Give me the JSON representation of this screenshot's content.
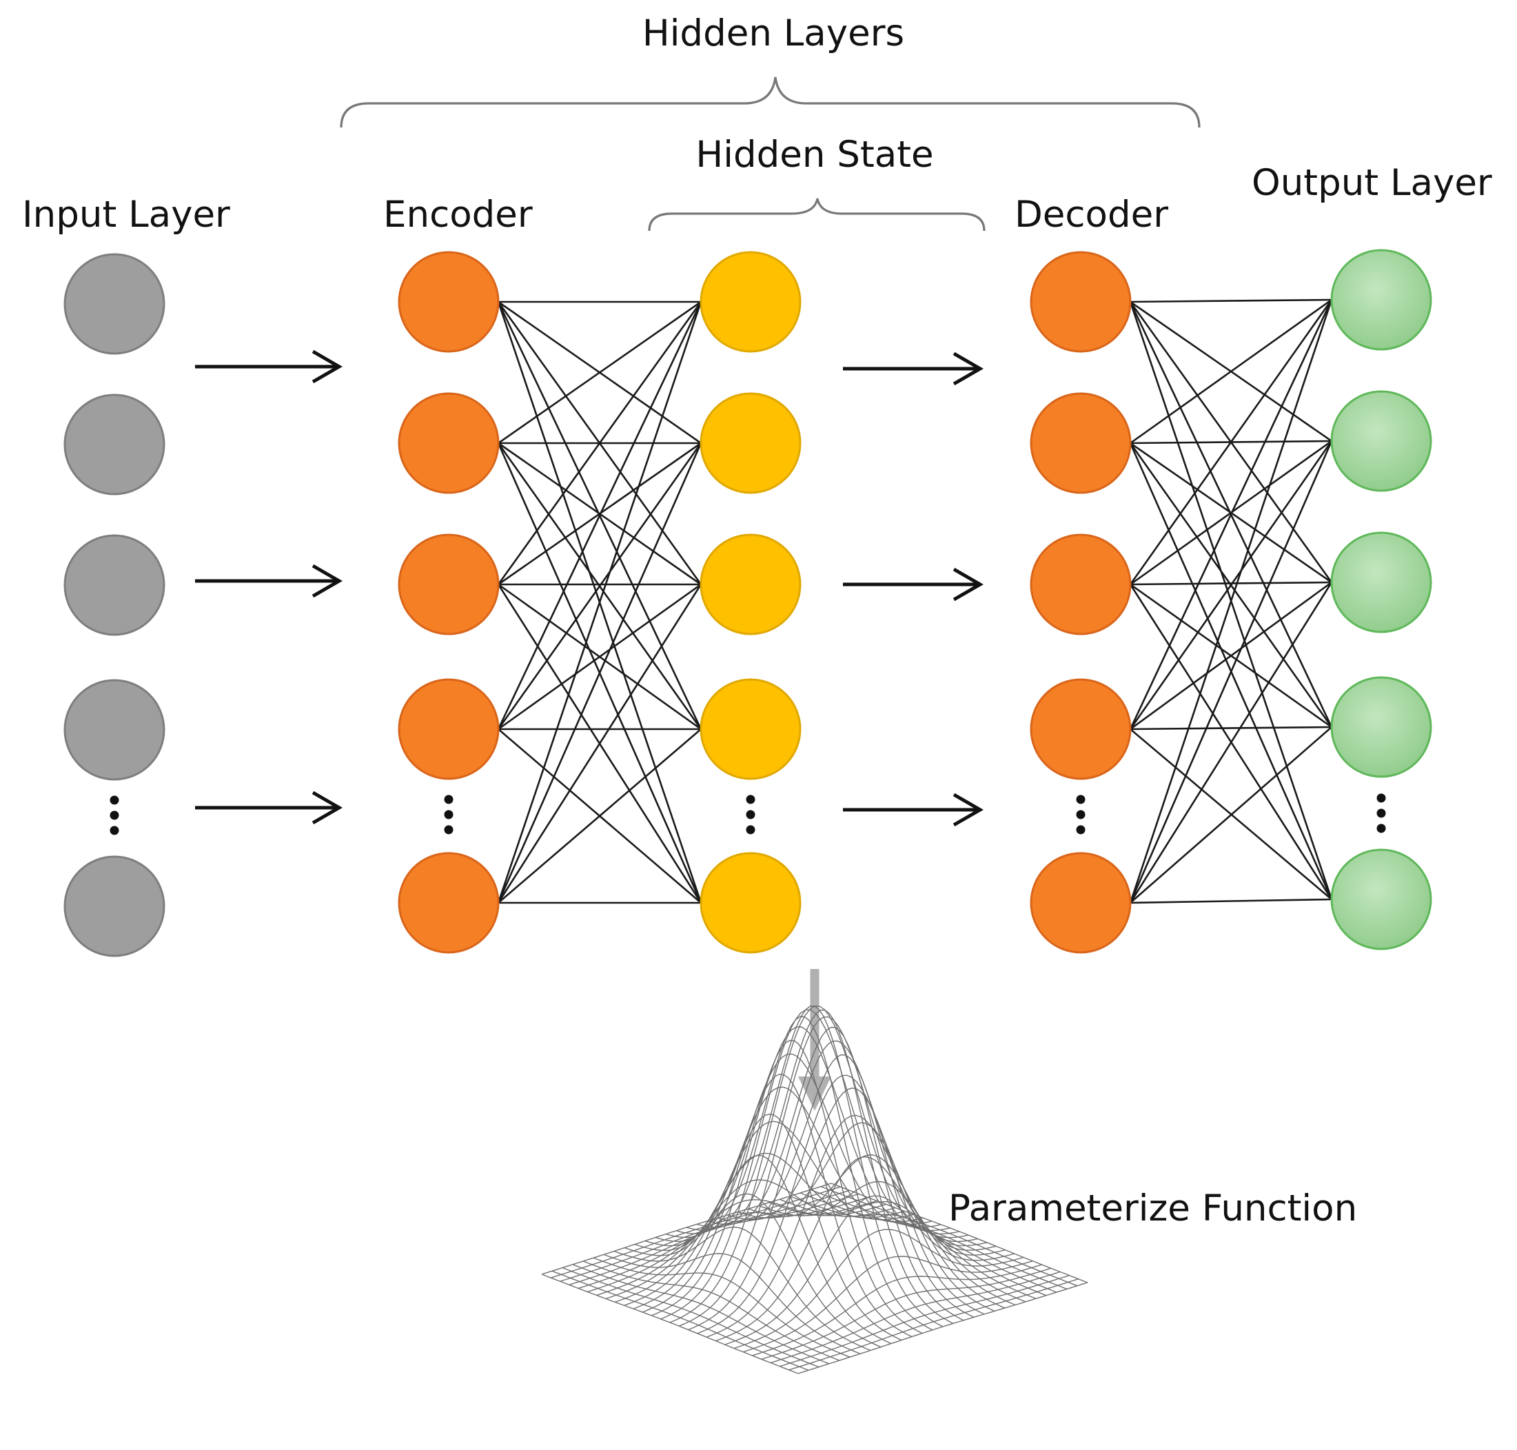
{
  "labels": {
    "hidden_layers": "Hidden Layers",
    "hidden_state": "Hidden State",
    "input_layer": "Input Layer",
    "encoder": "Encoder",
    "decoder": "Decoder",
    "output_layer": "Output Layer",
    "parameterize_function": "Parameterize Function"
  },
  "colors": {
    "input_node": "#9e9e9e",
    "input_stroke": "#7e7e7e",
    "encoder_node": "#f57f25",
    "encoder_stroke": "#d9651a",
    "hidden_state_node": "#ffc000",
    "hidden_state_stroke": "#e0a800",
    "decoder_node": "#f57f25",
    "decoder_stroke": "#d9651a",
    "output_node": "#9dd39a",
    "output_stroke": "#5fb85a",
    "flow_arrow": "#111111",
    "downward_arrow": "#b0b0b0"
  },
  "layers": [
    {
      "id": "input",
      "nodes_shown": 5,
      "has_ellipsis": true
    },
    {
      "id": "encoder",
      "nodes_shown": 5,
      "has_ellipsis": true
    },
    {
      "id": "hidden_state",
      "nodes_shown": 5,
      "has_ellipsis": true
    },
    {
      "id": "decoder",
      "nodes_shown": 5,
      "has_ellipsis": true
    },
    {
      "id": "output",
      "nodes_shown": 5,
      "has_ellipsis": true
    }
  ],
  "connections": [
    {
      "from": "encoder",
      "to": "hidden_state",
      "type": "fully-connected"
    },
    {
      "from": "decoder",
      "to": "output",
      "type": "fully-connected"
    }
  ],
  "flow_arrows": [
    {
      "from": "input",
      "to": "encoder",
      "count": 3
    },
    {
      "from": "hidden_state",
      "to": "decoder",
      "count": 3
    },
    {
      "from": "hidden_state",
      "to": "parameterize_function",
      "count": 1
    }
  ]
}
